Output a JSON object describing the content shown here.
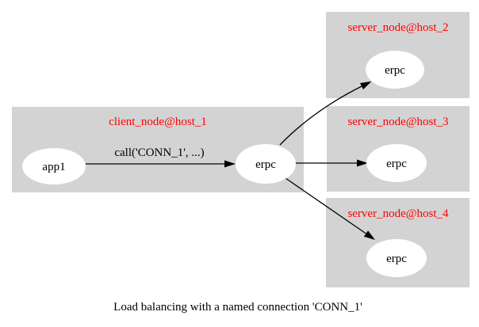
{
  "title": "Load balancing with a named connection 'CONN_1'",
  "colors": {
    "background": "#ffffff",
    "cluster_fill": "#d3d3d3",
    "cluster_label": "#ff0000",
    "node_fill": "#ffffff",
    "node_label": "#000000",
    "edge": "#000000"
  },
  "clusters": [
    {
      "label": "client_node@host_1"
    },
    {
      "label": "server_node@host_2"
    },
    {
      "label": "server_node@host_3"
    },
    {
      "label": "server_node@host_4"
    }
  ],
  "nodes": [
    {
      "label": "app1",
      "cluster": "client_node@host_1"
    },
    {
      "label": "erpc",
      "cluster": "client_node@host_1"
    },
    {
      "label": "erpc",
      "cluster": "server_node@host_2"
    },
    {
      "label": "erpc",
      "cluster": "server_node@host_3"
    },
    {
      "label": "erpc",
      "cluster": "server_node@host_4"
    }
  ],
  "edges": [
    {
      "from": "app1",
      "to": "erpc (client_node@host_1)",
      "label": "call('CONN_1', ...)"
    },
    {
      "from": "erpc (client_node@host_1)",
      "to": "erpc (server_node@host_2)"
    },
    {
      "from": "erpc (client_node@host_1)",
      "to": "erpc (server_node@host_3)"
    },
    {
      "from": "erpc (client_node@host_1)",
      "to": "erpc (server_node@host_4)"
    }
  ]
}
